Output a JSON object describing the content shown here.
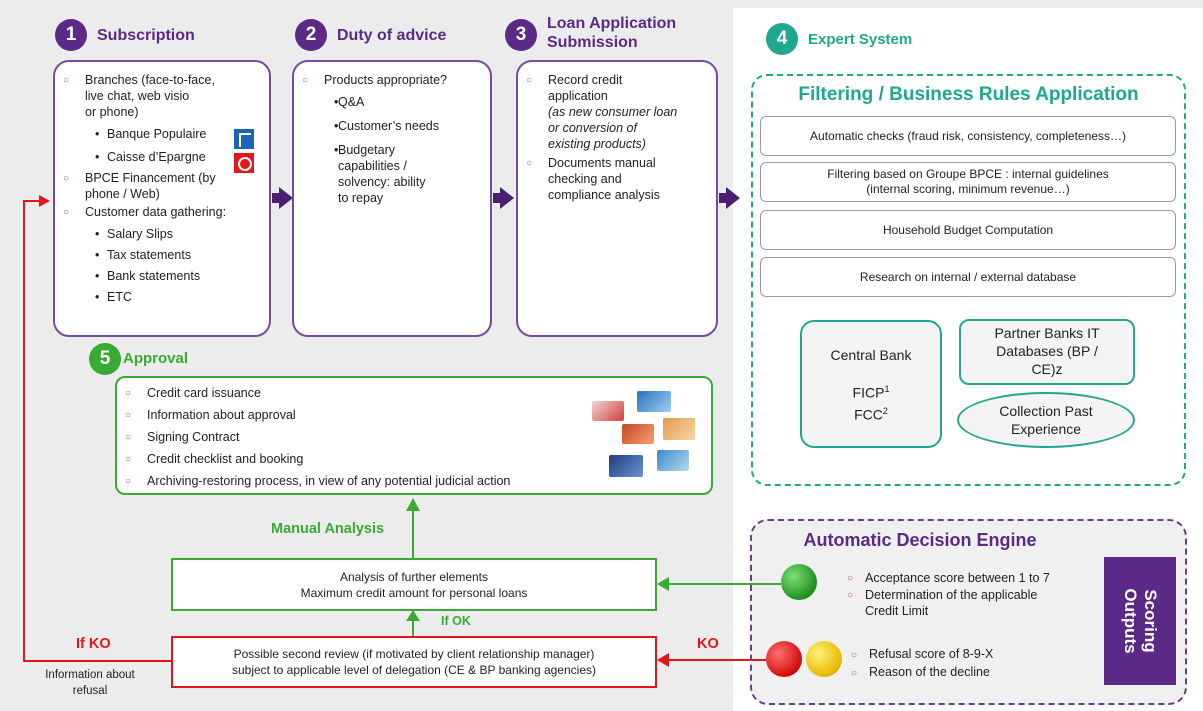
{
  "steps": {
    "subscription": {
      "num": "1",
      "title": "Subscription"
    },
    "duty": {
      "num": "2",
      "title": "Duty of advice"
    },
    "loan": {
      "num": "3",
      "title_line1": "Loan Application",
      "title_line2": "Submission"
    },
    "expert": {
      "num": "4",
      "title": "Expert System"
    },
    "approval": {
      "num": "5",
      "title": "Approval"
    }
  },
  "box1": {
    "item1_l1": "Branches (face-to-face,",
    "item1_l2": "live chat, web visio",
    "item1_l3": "or phone)",
    "sub1": "Banque Populaire",
    "sub2": "Caisse d’Epargne",
    "item2_l1": "BPCE Financement (by",
    "item2_l2": "phone / Web)",
    "item3": "Customer data gathering:",
    "sub3": "Salary Slips",
    "sub4": "Tax statements",
    "sub5": "Bank statements",
    "sub6": "ETC"
  },
  "box2": {
    "item1": "Products appropriate?",
    "sub1": "Q&A",
    "sub2": "Customer’s needs",
    "sub3_l1": "Budgetary",
    "sub3_l2": "capabilities /",
    "sub3_l3": "solvency: ability",
    "sub3_l4": "to repay"
  },
  "box3": {
    "item1_l1": "Record credit",
    "item1_l2": "application",
    "item1_i1": "(as new consumer loan",
    "item1_i2": "or conversion of",
    "item1_i3": "existing products)",
    "item2_l1": "Documents manual",
    "item2_l2": "checking and",
    "item2_l3": "compliance analysis"
  },
  "expert": {
    "heading": "Filtering / Business Rules Application",
    "rule1": "Automatic checks (fraud risk, consistency, completeness…)",
    "rule2_l1": "Filtering based on Groupe BPCE : internal guidelines",
    "rule2_l2": "(internal scoring, minimum revenue…)",
    "rule3": "Household Budget Computation",
    "rule4": "Research on internal / external database",
    "central_bank": "Central Bank",
    "ficp": "FICP",
    "ficp_sup": "1",
    "fcc": "FCC",
    "fcc_sup": "2",
    "partner_l1": "Partner Banks IT",
    "partner_l2": "Databases (BP /",
    "partner_l3": "CE)z",
    "collection_l1": "Collection Past",
    "collection_l2": "Experience"
  },
  "approval": {
    "items": [
      "Credit card issuance",
      "Information about approval",
      "Signing Contract",
      "Credit checklist and booking",
      "Archiving-restoring process, in view of any potential judicial action"
    ]
  },
  "flow": {
    "manual_analysis": "Manual Analysis",
    "analysis_l1": "Analysis of further elements",
    "analysis_l2": "Maximum credit amount for personal loans",
    "if_ok": "If OK",
    "if_ko": "If KO",
    "ko": "KO",
    "review_l1": "Possible second review (if motivated by client relationship manager)",
    "review_l2": "subject to applicable level of delegation (CE & BP banking agencies)",
    "refusal_l1": "Information about",
    "refusal_l2": "refusal"
  },
  "engine": {
    "title": "Automatic Decision Engine",
    "accept1": "Acceptance score between 1 to 7",
    "accept2_l1": "Determination of the applicable",
    "accept2_l2": "Credit Limit",
    "refuse1": "Refusal score of 8-9-X",
    "refuse2": "Reason of the decline",
    "scoring": "Scoring Outputs"
  },
  "colors": {
    "purple": "#5b2a86",
    "teal": "#1fa88d",
    "green": "#3aaa35",
    "red": "#e2161b"
  }
}
